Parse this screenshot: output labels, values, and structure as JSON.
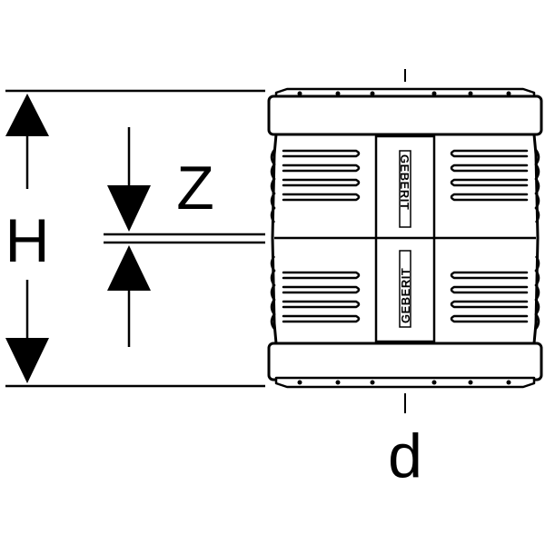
{
  "dimensions": {
    "height_label": "H",
    "gap_label": "Z",
    "diameter_label": "d"
  },
  "branding": {
    "stamp_top": "GEBERIT",
    "stamp_bottom": "GEBERIT"
  },
  "colors": {
    "line": "#000000",
    "background": "#ffffff"
  }
}
